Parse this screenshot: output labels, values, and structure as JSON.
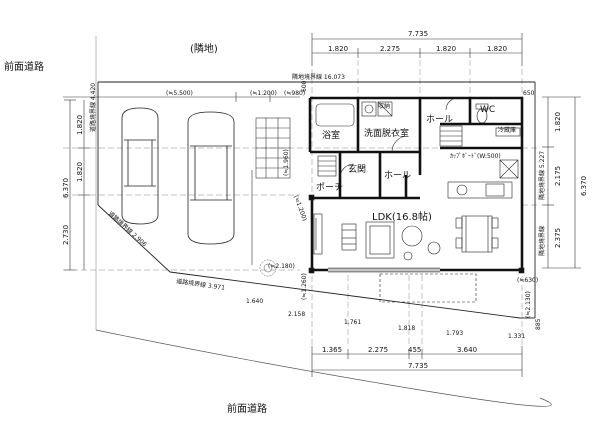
{
  "labels": {
    "neighbor": "(隣地)",
    "front_road_left": "前面道路",
    "front_road_bottom": "前面道路",
    "boundary_neighbor": "隣地境界線 16.073",
    "boundary_road_left": "道路境界線 4.420",
    "boundary_road_diag": "道路境界線 2.906",
    "boundary_road_bottom": "道路境界線 3.971",
    "boundary_neighbor_right": "隣地境界線 5.227",
    "boundary_right_lower": "隣地境界線"
  },
  "rooms": {
    "bath": "浴室",
    "washroom": "洗面脱衣室",
    "entrance": "玄関",
    "hall_upper": "ホール",
    "hall_lower": "ホール",
    "porch": "ポーチ",
    "wc": "WC",
    "ldk": "LDK(16.8帖)",
    "storage": "収納",
    "cupboard": "ｶｯﾌﾟﾎﾞｰﾄﾞ(W:500)",
    "fridge": "冷蔵庫"
  },
  "dims": {
    "top_total": "7.735",
    "top_1": "1.820",
    "top_2": "2.275",
    "top_3": "1.820",
    "top_4": "1.820",
    "bot_total": "7.735",
    "bot_1": "1.365",
    "bot_2": "2.275",
    "bot_3": "455",
    "bot_4": "3.640",
    "left_1": "1.820",
    "left_2": "1.820",
    "left_3": "2.730",
    "left_total": "6.370",
    "right_1": "1.820",
    "right_2": "2.175",
    "right_3": "2.375",
    "right_total": "6.370",
    "lot_5500": "(≒5.500)",
    "lot_1200": "(≒1.200)",
    "lot_980": "(≒980)",
    "dim_650": "650",
    "dim_600": "600",
    "dim_630": "(≒630)",
    "dim_1260": "(≒1.260)",
    "dim_2180": "(≒2.180)",
    "dim_1200b": "(≒1.200)",
    "dim_2130": "(≒2.130)",
    "dim_1640": "1.640",
    "dim_2158": "2.158",
    "dim_1761": "1.761",
    "dim_1818": "1.818",
    "dim_1793": "1.793",
    "dim_1331": "1.331",
    "dim_1960": "(≒1.960)",
    "dim_885": "885"
  }
}
